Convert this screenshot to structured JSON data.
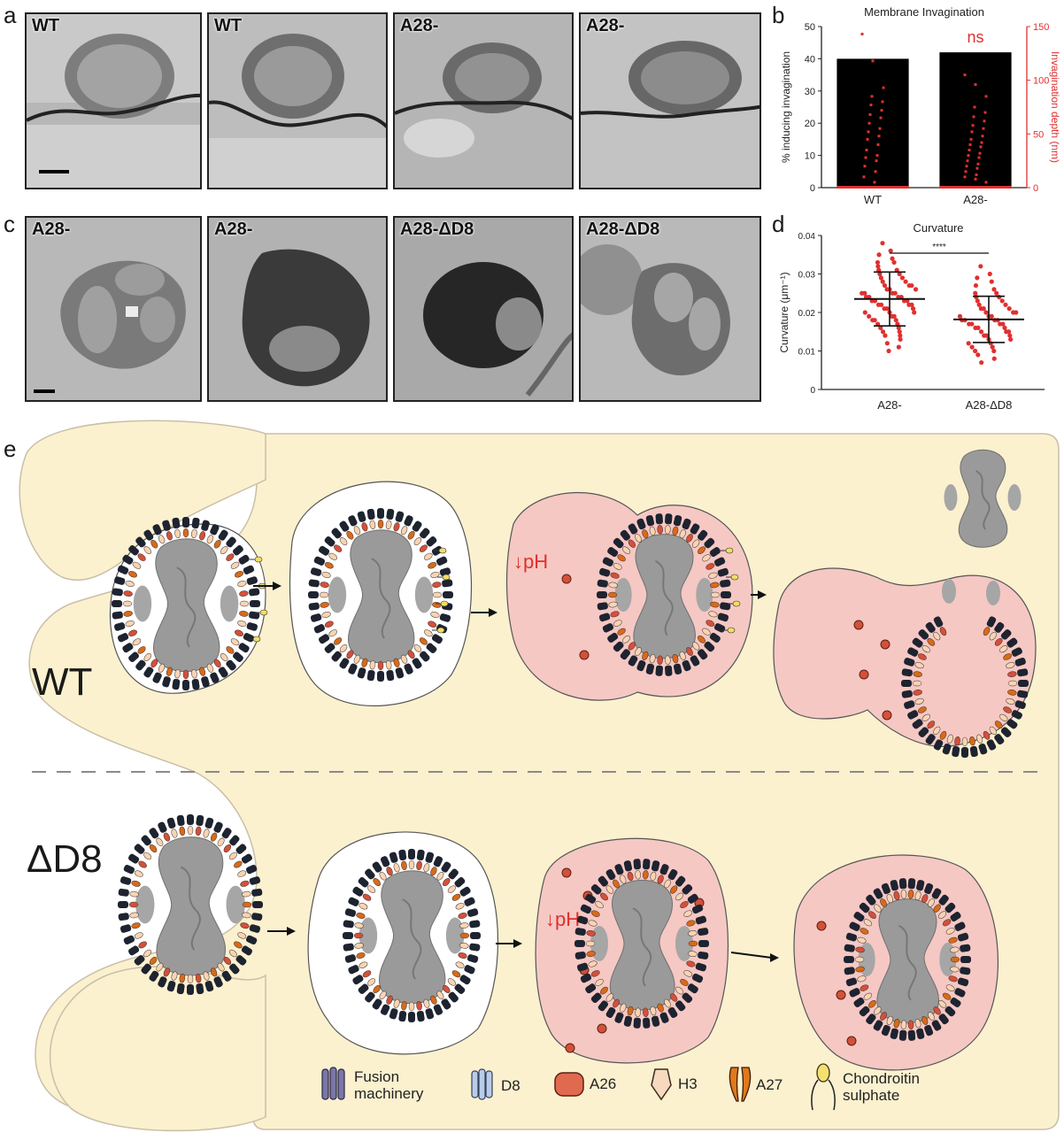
{
  "panels": {
    "a": "a",
    "b": "b",
    "c": "c",
    "d": "d",
    "e": "e"
  },
  "em_row1": [
    {
      "label": "WT"
    },
    {
      "label": "WT"
    },
    {
      "label": "A28-"
    },
    {
      "label": "A28-"
    }
  ],
  "em_row2": [
    {
      "label": "A28-"
    },
    {
      "label": "A28-"
    },
    {
      "label": "A28-ΔD8"
    },
    {
      "label": "A28-ΔD8"
    }
  ],
  "chart_b": {
    "type": "bar",
    "title": "Membrane Invagination",
    "categories": [
      "WT",
      "A28-"
    ],
    "values": [
      40,
      42
    ],
    "ylabel": "% inducing invagination",
    "ylim": [
      0,
      50
    ],
    "yticks": [
      "0",
      "10",
      "20",
      "30",
      "40",
      "50"
    ],
    "y2label": "Invagination depth (nm)",
    "y2lim": [
      0,
      150
    ],
    "y2ticks": [
      "0",
      "50",
      "100",
      "150"
    ],
    "significance": "ns",
    "bar_color": "#000000",
    "point_color": "#e03030",
    "points": {
      "WT": [
        143,
        118,
        93,
        85,
        80,
        77,
        72,
        68,
        65,
        60,
        55,
        52,
        48,
        45,
        40,
        35,
        30,
        28,
        25,
        20,
        15,
        10,
        5
      ],
      "A28-": [
        105,
        96,
        85,
        75,
        70,
        66,
        62,
        58,
        55,
        52,
        48,
        45,
        42,
        40,
        38,
        35,
        32,
        30,
        28,
        25,
        22,
        20,
        18,
        15,
        12,
        10,
        8,
        5
      ]
    }
  },
  "chart_d": {
    "type": "scatter",
    "title": "Curvature",
    "categories": [
      "A28-",
      "A28-ΔD8"
    ],
    "ylabel": "Curvature (μm⁻¹)",
    "ylim": [
      0,
      0.04
    ],
    "yticks": [
      "0",
      "0.01",
      "0.02",
      "0.03",
      "0.04"
    ],
    "means": [
      0.0235,
      0.0182
    ],
    "sd": [
      0.007,
      0.006
    ],
    "significance": "****",
    "point_color": "#e03030",
    "points": {
      "A28-": [
        0.038,
        0.036,
        0.035,
        0.034,
        0.033,
        0.033,
        0.032,
        0.031,
        0.031,
        0.03,
        0.03,
        0.029,
        0.029,
        0.028,
        0.028,
        0.027,
        0.027,
        0.027,
        0.026,
        0.026,
        0.026,
        0.025,
        0.025,
        0.025,
        0.025,
        0.024,
        0.024,
        0.024,
        0.024,
        0.023,
        0.023,
        0.023,
        0.023,
        0.022,
        0.022,
        0.022,
        0.022,
        0.021,
        0.021,
        0.021,
        0.02,
        0.02,
        0.02,
        0.019,
        0.019,
        0.019,
        0.018,
        0.018,
        0.018,
        0.017,
        0.017,
        0.016,
        0.016,
        0.015,
        0.015,
        0.014,
        0.014,
        0.013,
        0.012,
        0.011,
        0.01
      ],
      "A28-ΔD8": [
        0.032,
        0.03,
        0.029,
        0.028,
        0.027,
        0.026,
        0.025,
        0.025,
        0.024,
        0.024,
        0.023,
        0.023,
        0.022,
        0.022,
        0.021,
        0.021,
        0.021,
        0.02,
        0.02,
        0.02,
        0.019,
        0.019,
        0.019,
        0.018,
        0.018,
        0.018,
        0.018,
        0.017,
        0.017,
        0.017,
        0.017,
        0.016,
        0.016,
        0.016,
        0.015,
        0.015,
        0.015,
        0.014,
        0.014,
        0.014,
        0.013,
        0.013,
        0.012,
        0.012,
        0.011,
        0.011,
        0.01,
        0.01,
        0.009,
        0.008,
        0.007
      ]
    }
  },
  "schematic": {
    "row_labels": [
      "WT",
      "ΔD8"
    ],
    "ph_label": "pH",
    "ph_arrow": "↓",
    "colors": {
      "cytoplasm": "#fbf1cf",
      "cell_border": "#c9bfa8",
      "endosome": "#f5c8c4",
      "core": "#9a9a9a",
      "membrane_protein": "#1e2330",
      "a26": "#d4503a",
      "h3": "#f6d4b5",
      "a27": "#d86a1a",
      "chondroitin": "#f2de63",
      "ph_text": "#e0302a"
    }
  },
  "legend": [
    {
      "icon": "fusion-machinery-icon",
      "label": "Fusion\nmachinery"
    },
    {
      "icon": "d8-icon",
      "label": "D8"
    },
    {
      "icon": "a26-icon",
      "label": "A26"
    },
    {
      "icon": "h3-icon",
      "label": "H3"
    },
    {
      "icon": "a27-icon",
      "label": "A27"
    },
    {
      "icon": "chondroitin-sulphate-icon",
      "label": "Chondroitin\nsulphate"
    }
  ]
}
